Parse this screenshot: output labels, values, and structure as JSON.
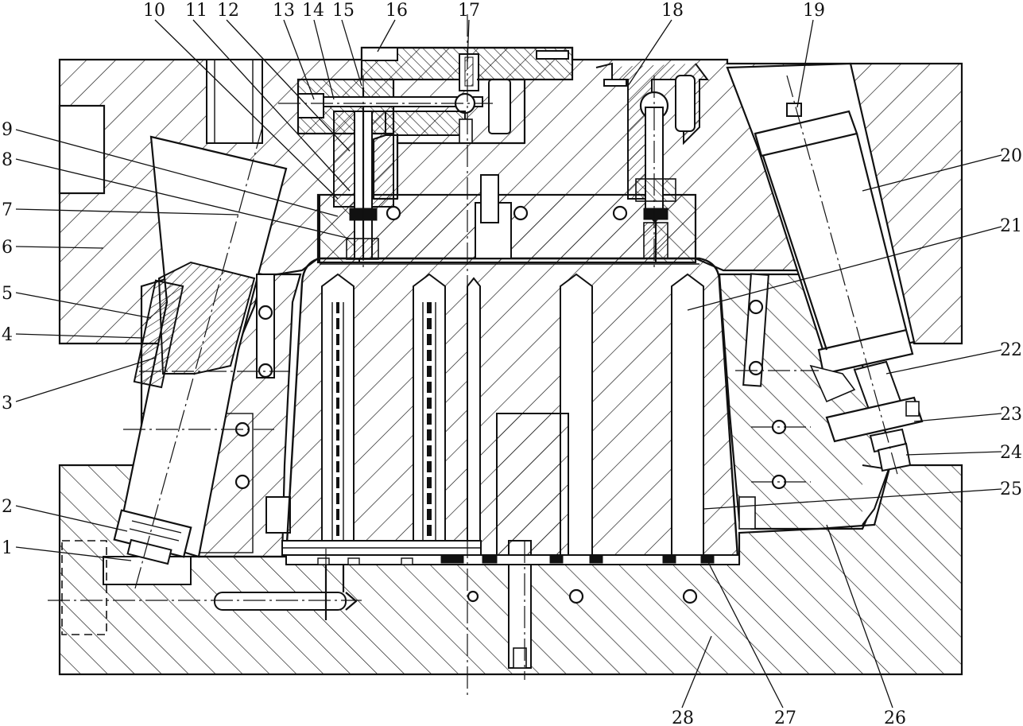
{
  "diagram": {
    "callouts": [
      {
        "id": "1",
        "label": "1"
      },
      {
        "id": "2",
        "label": "2"
      },
      {
        "id": "3",
        "label": "3"
      },
      {
        "id": "4",
        "label": "4"
      },
      {
        "id": "5",
        "label": "5"
      },
      {
        "id": "6",
        "label": "6"
      },
      {
        "id": "7",
        "label": "7"
      },
      {
        "id": "8",
        "label": "8"
      },
      {
        "id": "9",
        "label": "9"
      },
      {
        "id": "10",
        "label": "10"
      },
      {
        "id": "11",
        "label": "11"
      },
      {
        "id": "12",
        "label": "12"
      },
      {
        "id": "13",
        "label": "13"
      },
      {
        "id": "14",
        "label": "14"
      },
      {
        "id": "15",
        "label": "15"
      },
      {
        "id": "16",
        "label": "16"
      },
      {
        "id": "17",
        "label": "17"
      },
      {
        "id": "18",
        "label": "18"
      },
      {
        "id": "19",
        "label": "19"
      },
      {
        "id": "20",
        "label": "20"
      },
      {
        "id": "21",
        "label": "21"
      },
      {
        "id": "22",
        "label": "22"
      },
      {
        "id": "23",
        "label": "23"
      },
      {
        "id": "24",
        "label": "24"
      },
      {
        "id": "25",
        "label": "25"
      },
      {
        "id": "26",
        "label": "26"
      },
      {
        "id": "27",
        "label": "27"
      },
      {
        "id": "28",
        "label": "28"
      }
    ]
  }
}
